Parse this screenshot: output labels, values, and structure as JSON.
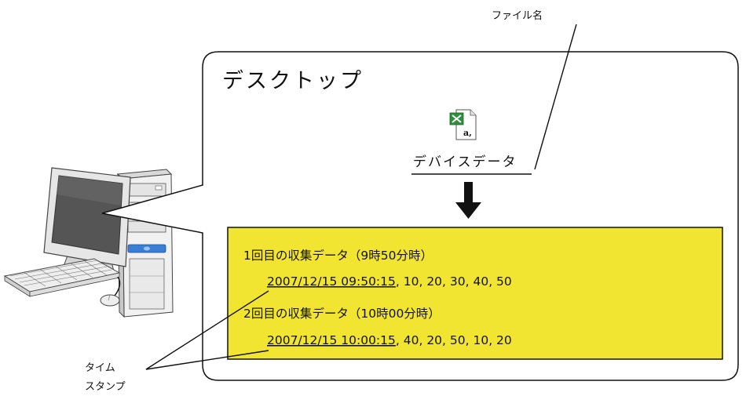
{
  "annotations": {
    "file_name_label": "ファイル名",
    "timestamp_label_line1": "タイム",
    "timestamp_label_line2": "スタンプ"
  },
  "desktop": {
    "title": "デスクトップ",
    "file_icon": "excel-csv-file-icon",
    "file_icon_glyph": "a,",
    "file_name": "デバイスデータ"
  },
  "csv_content": {
    "records": [
      {
        "heading": "1回目の収集データ（9時50分時）",
        "timestamp": "2007/12/15 09:50:15",
        "values": ", 10, 20, 30, 40, 50"
      },
      {
        "heading": "2回目の収集データ（10時00分時）",
        "timestamp": "2007/12/15 10:00:15",
        "values": ", 40, 20, 50, 10, 20"
      }
    ]
  },
  "computer": {
    "icon": "desktop-pc-icon"
  },
  "colors": {
    "csv_box_fill": "#f2e531",
    "arrow": "#111111",
    "excel_icon_green": "#2f8f3c",
    "monitor_screen": "#555555",
    "tower_button": "#3b7fd4"
  }
}
